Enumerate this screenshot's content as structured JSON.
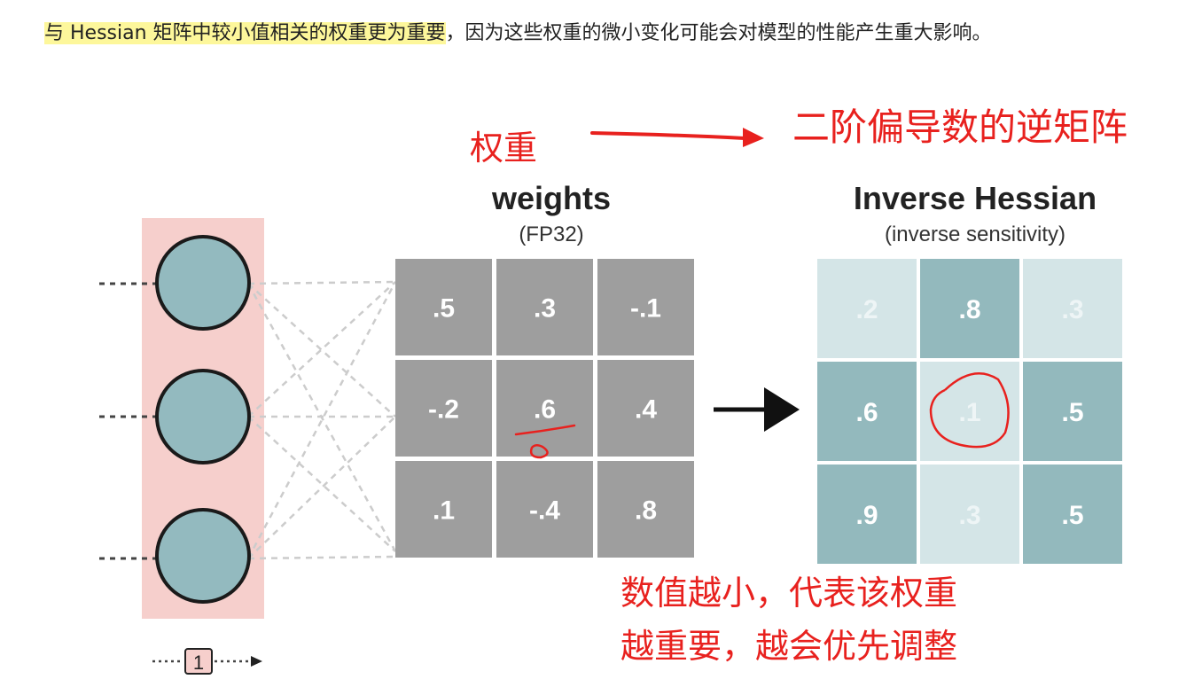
{
  "paragraph": {
    "highlighted": "与 Hessian 矩阵中较小值相关的权重更为重要",
    "rest": "，因为这些权重的微小变化可能会对模型的性能产生重大影响。"
  },
  "annotations": {
    "weights_cn": "权重",
    "inverse_hessian_cn": "二阶偏导数的逆矩阵",
    "note_line1": "数值越小，代表该权重",
    "note_line2": "越重要，越会优先调整"
  },
  "weights": {
    "title": "weights",
    "subtitle": "(FP32)",
    "cells": [
      [
        ".5",
        ".3",
        "-.1"
      ],
      [
        "-.2",
        ".6",
        ".4"
      ],
      [
        ".1",
        "-.4",
        ".8"
      ]
    ]
  },
  "inverse_hessian": {
    "title": "Inverse Hessian",
    "subtitle": "(inverse sensitivity)",
    "cells": [
      [
        ".2",
        ".8",
        ".3"
      ],
      [
        ".6",
        ".1",
        ".5"
      ],
      [
        ".9",
        ".3",
        ".5"
      ]
    ],
    "shades": [
      [
        "light",
        "dark",
        "light"
      ],
      [
        "dark",
        "light",
        "dark"
      ],
      [
        "dark",
        "light",
        "dark"
      ]
    ]
  },
  "layer_index": "1",
  "colors": {
    "highlight": "#fdf79b",
    "layer_bg": "#f6cfcc",
    "neuron": "#93babf",
    "weight_cell": "#9e9e9e",
    "hessian_dark": "#93b9bd",
    "hessian_light": "#d4e5e7",
    "annotation_red": "#e8211e"
  }
}
